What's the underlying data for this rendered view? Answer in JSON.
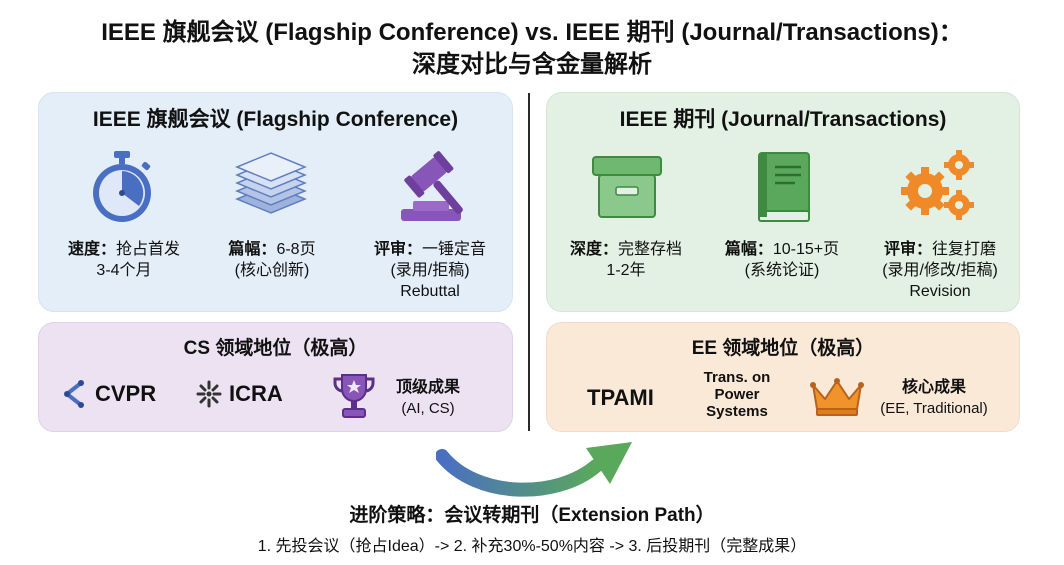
{
  "title": {
    "line1": "IEEE 旗舰会议 (Flagship Conference) vs. IEEE 期刊 (Journal/Transactions)：",
    "line2": "深度对比与含金量解析"
  },
  "conference": {
    "heading": "IEEE 旗舰会议 (Flagship Conference)",
    "speed_label": "速度：",
    "speed_value": "抢占首发",
    "speed_line2": "3-4个月",
    "length_label": "篇幅：",
    "length_value": "6-8页",
    "length_line2": "(核心创新)",
    "review_label": "评审：",
    "review_value": "一锤定音",
    "review_line2": "(录用/拒稿)",
    "review_line3": "Rebuttal"
  },
  "journal": {
    "heading": "IEEE 期刊 (Journal/Transactions)",
    "depth_label": "深度：",
    "depth_value": "完整存档",
    "depth_line2": "1-2年",
    "length_label": "篇幅：",
    "length_value": "10-15+页",
    "length_line2": "(系统论证)",
    "review_label": "评审：",
    "review_value": "往复打磨",
    "review_line2": "(录用/修改/拒稿)",
    "review_line3": "Revision"
  },
  "cs": {
    "heading": "CS 领域地位（极高）",
    "logo1": "CVPR",
    "logo2": "ICRA",
    "result_title": "顶级成果",
    "result_sub": "(AI, CS)"
  },
  "ee": {
    "heading": "EE 领域地位（极高）",
    "logo1": "TPAMI",
    "logo2_l1": "Trans. on",
    "logo2_l2": "Power",
    "logo2_l3": "Systems",
    "result_title": "核心成果",
    "result_sub": "(EE, Traditional)"
  },
  "strategy": {
    "heading": "进阶策略：会议转期刊（Extension Path）",
    "steps": "1. 先投会议（抢占Idea）-> 2. 补充30%-50%内容 -> 3. 后投期刊（完整成果）"
  },
  "colors": {
    "conf_bg": "#e4eef8",
    "journal_bg": "#e3f1e4",
    "cs_bg": "#ece2f2",
    "ee_bg": "#fbe9d8",
    "stopwatch": "#4a6fc2",
    "gavel": "#8855b8",
    "green_icons": "#5aa85c",
    "gears": "#f08a28",
    "crown": "#f0932a"
  }
}
